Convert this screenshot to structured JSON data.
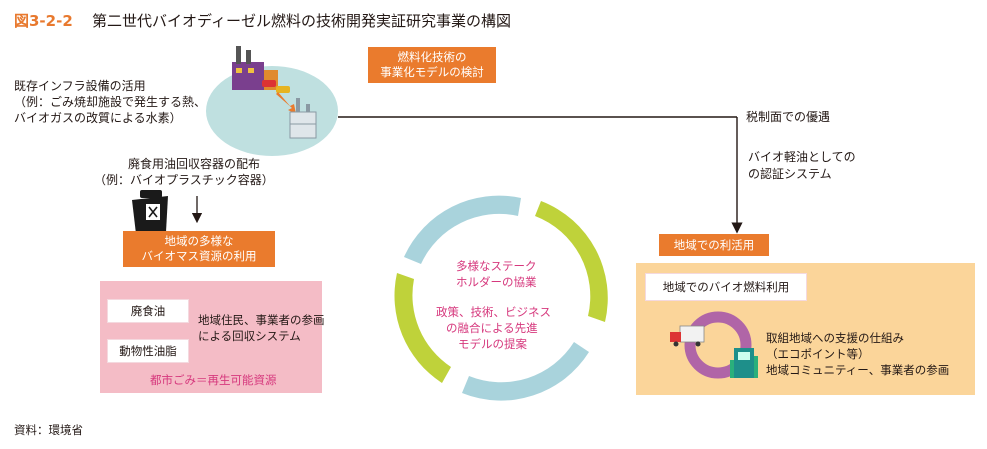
{
  "figure": {
    "label": "図3-2-2",
    "title": "第二世代バイオディーゼル燃料の技術開発実証研究事業の構図"
  },
  "left_top": {
    "infra_line1": "既存インフラ設備の活用",
    "infra_line2": "（例：ごみ焼却施設で発生する熱、",
    "infra_line3": "バイオガスの改質による水素）",
    "container_line1": "廃食用油回収容器の配布",
    "container_line2": "（例：バイオプラスチック容器）"
  },
  "center_top": {
    "commercial_line1": "燃料化技術の",
    "commercial_line2": "事業化モデルの検討"
  },
  "right_top": {
    "tax": "税制面での優遇",
    "cert_line1": "バイオ軽油としての",
    "cert_line2": "の認証システム"
  },
  "left_bottom": {
    "header_line1": "地域の多様な",
    "header_line2": "バイオマス資源の利用",
    "item1": "廃食油",
    "item2": "動物性油脂",
    "desc_line1": "地域住民、事業者の参画",
    "desc_line2": "による回収システム",
    "footer": "都市ごみ＝再生可能資源"
  },
  "cycle": {
    "line1": "多様なステーク",
    "line2": "ホルダーの協業",
    "line3": "政策、技術、ビジネス",
    "line4": "の融合による先進",
    "line5": "モデルの提案"
  },
  "right_bottom": {
    "header": "地域での利活用",
    "inner": "地域でのバイオ燃料利用",
    "support_line1": "取組地域への支援の仕組み",
    "support_line2": "（エコポイント等）",
    "support_line3": "地域コミュニティー、事業者の参画"
  },
  "source": "資料：環境省",
  "colors": {
    "orange": "#ea7b2d",
    "teal_ellipse": "#bfe0e0",
    "pink_panel": "#f4bcc6",
    "peach_panel": "#fbd59a",
    "arc_blue": "#a9d3dc",
    "arc_green": "#bfd23a",
    "ring_purple": "#b065a7",
    "text_pink": "#d6387d"
  }
}
